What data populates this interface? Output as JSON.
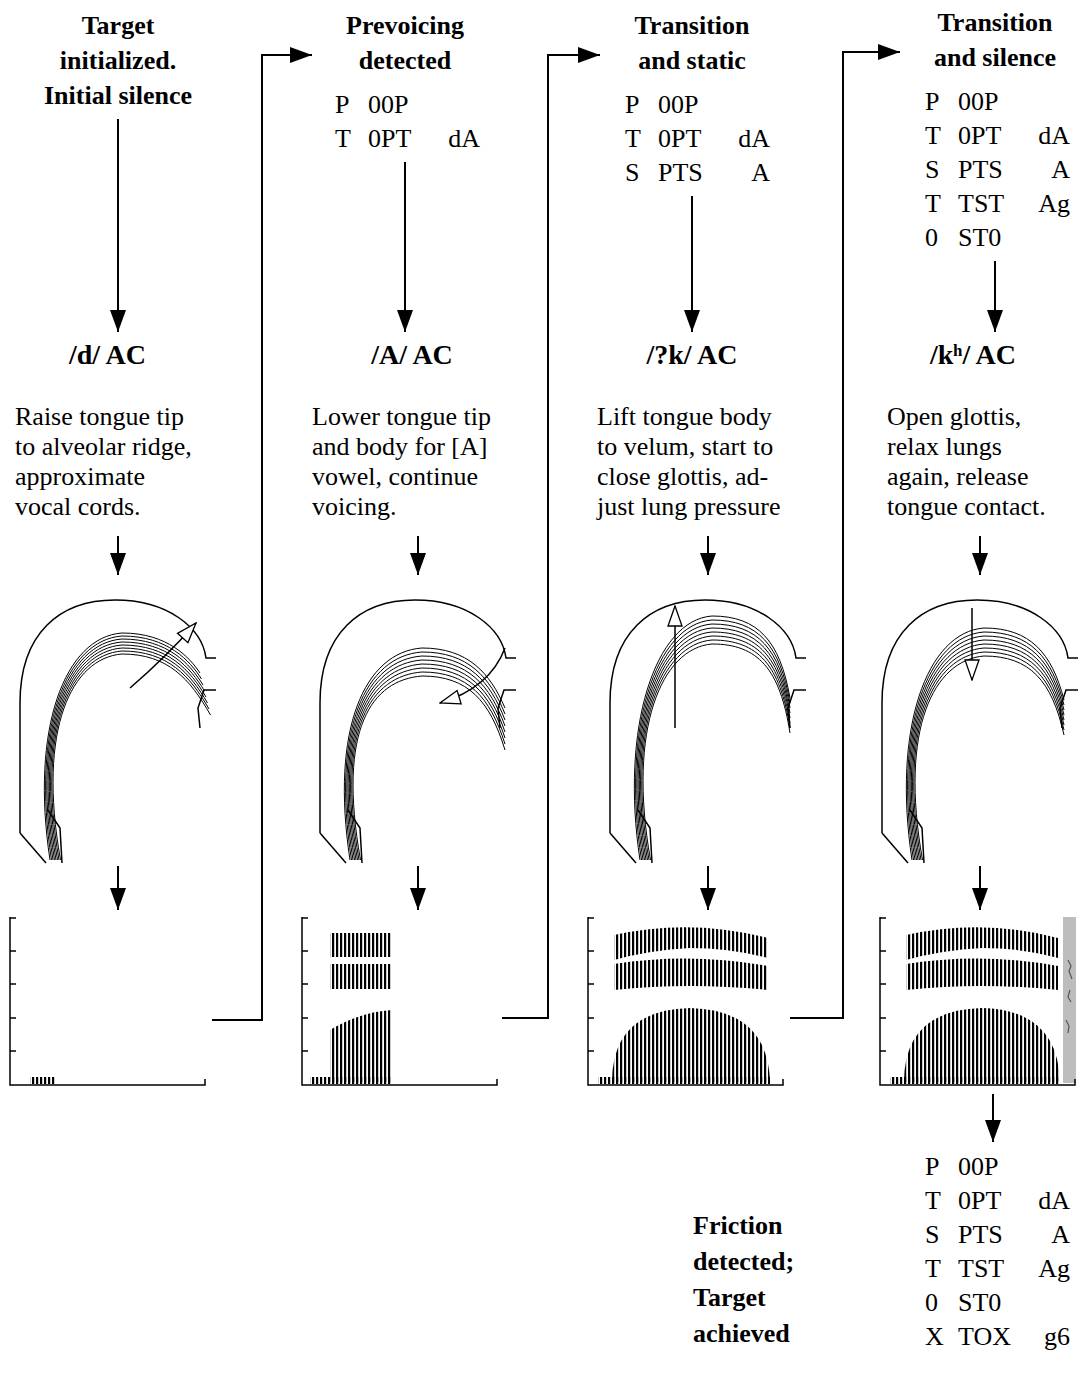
{
  "diagram": {
    "nodes": [
      {
        "text": [
          "Target initialized. Initial silence"
        ]
      },
      {
        "text": [
          "/d/ AC",
          "Raise tongue tip to alveolar ridge, approximate vocal cords."
        ]
      },
      {
        "text": [
          "Prevoicing detected",
          "P",
          "00P",
          "T",
          "0PT",
          "dA"
        ]
      },
      {
        "text": [
          "/A/ AC",
          "Lower tongue tip and body for [A] vowel, continue voicing."
        ]
      },
      {
        "text": [
          "Transition and static",
          "P",
          "00P",
          "T",
          "0PT",
          "dA",
          "S",
          "PTS",
          "A"
        ]
      },
      {
        "text": [
          "/?k/ AC",
          "Lift tongue body to velum, start to close glottis, ad- just lung pressure"
        ]
      },
      {
        "text": [
          "Transition and silence",
          "P",
          "00P",
          "T",
          "0PT",
          "dA",
          "S",
          "PTS",
          "A",
          "T",
          "TST",
          "Ag",
          "0",
          "ST0"
        ]
      },
      {
        "text": [
          "/kʰ/ AC",
          "Open glottis, relax lungs again, release tongue contact."
        ]
      },
      {
        "text": [
          "Friction detected; Target achieved",
          "P",
          "00P",
          "T",
          "0PT",
          "dA",
          "S",
          "PTS",
          "A",
          "T",
          "TST",
          "Ag",
          "0",
          "ST0",
          "X",
          "TOX",
          "g6"
        ]
      }
    ],
    "edges": [
      {
        "from": 0,
        "to": 1,
        "arrow": "to"
      },
      {
        "from": 2,
        "to": 3,
        "arrow": "to"
      },
      {
        "from": 4,
        "to": 5,
        "arrow": "to"
      },
      {
        "from": 6,
        "to": 7,
        "arrow": "to"
      }
    ]
  }
}
